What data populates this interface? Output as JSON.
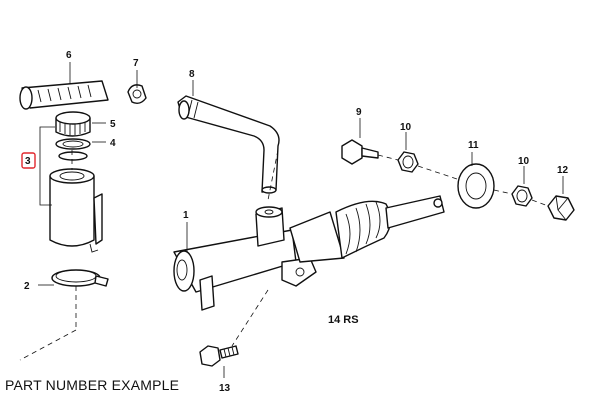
{
  "caption": "PART NUMBER EXAMPLE",
  "code_label": "14 RS",
  "highlight_color": "#e0272d",
  "callouts": {
    "c1": "1",
    "c2": "2",
    "c3": "3",
    "c4": "4",
    "c5": "5",
    "c6": "6",
    "c7": "7",
    "c8": "8",
    "c9": "9",
    "c10a": "10",
    "c10b": "10",
    "c11": "11",
    "c12": "12",
    "c13": "13"
  }
}
